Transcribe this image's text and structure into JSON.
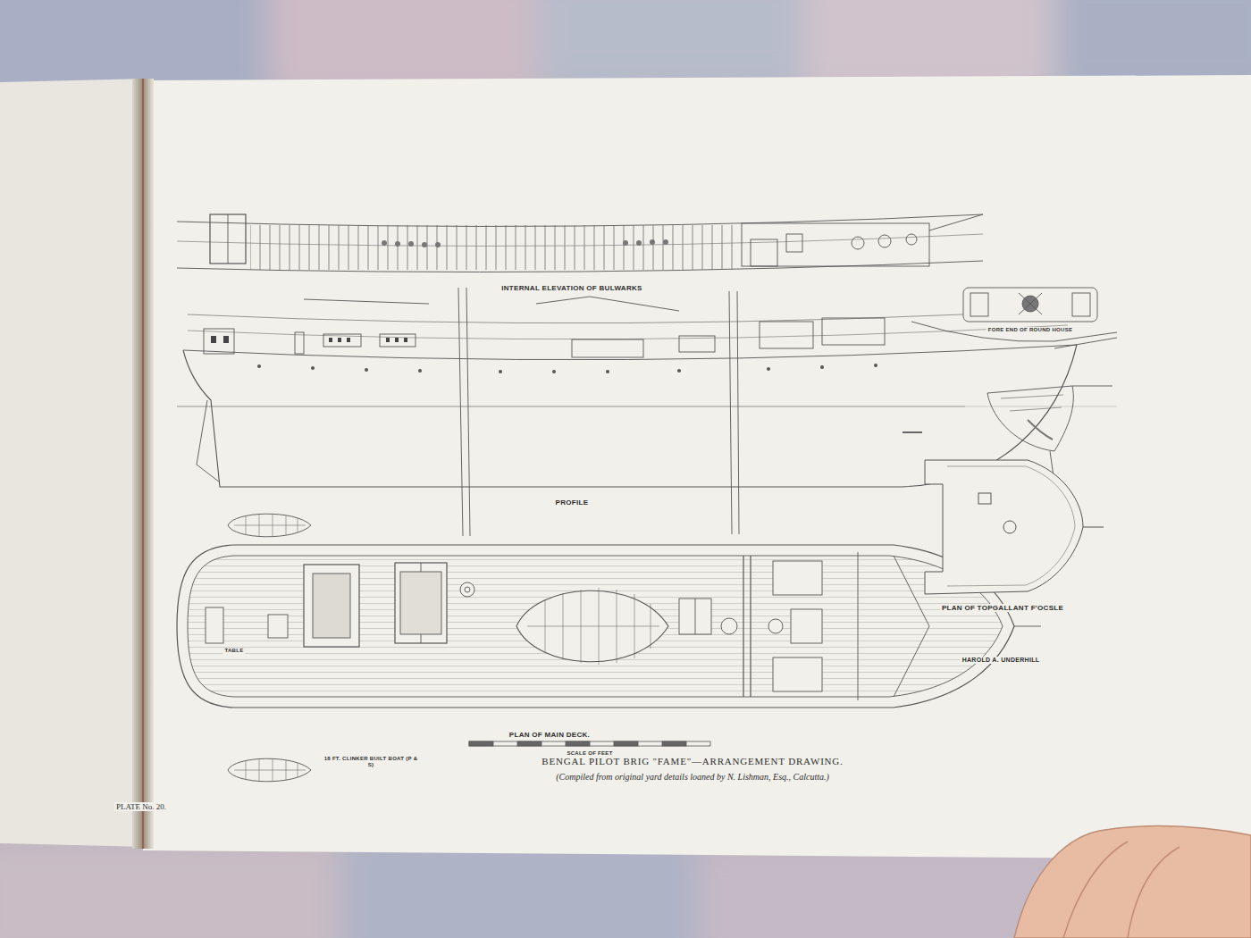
{
  "diagram": {
    "title": "BENGAL PILOT BRIG \"FAME\"—ARRANGEMENT DRAWING.",
    "caption": "(Compiled from original yard details loaned by N. Lishman, Esq., Calcutta.)",
    "labels": [
      "INTERNAL ELEVATION OF BULWARKS",
      "PROFILE",
      "PLAN OF MAIN DECK.",
      "PLAN OF TOPGALLANT F'OCSLE",
      "HAROLD A. UNDERHILL",
      "PLATE No. 20.",
      "FORE END OF ROUND HOUSE",
      "SCALE OF FEET",
      "18 FT. CLINKER BUILT BOAT (P & S)",
      "TABLE"
    ]
  }
}
